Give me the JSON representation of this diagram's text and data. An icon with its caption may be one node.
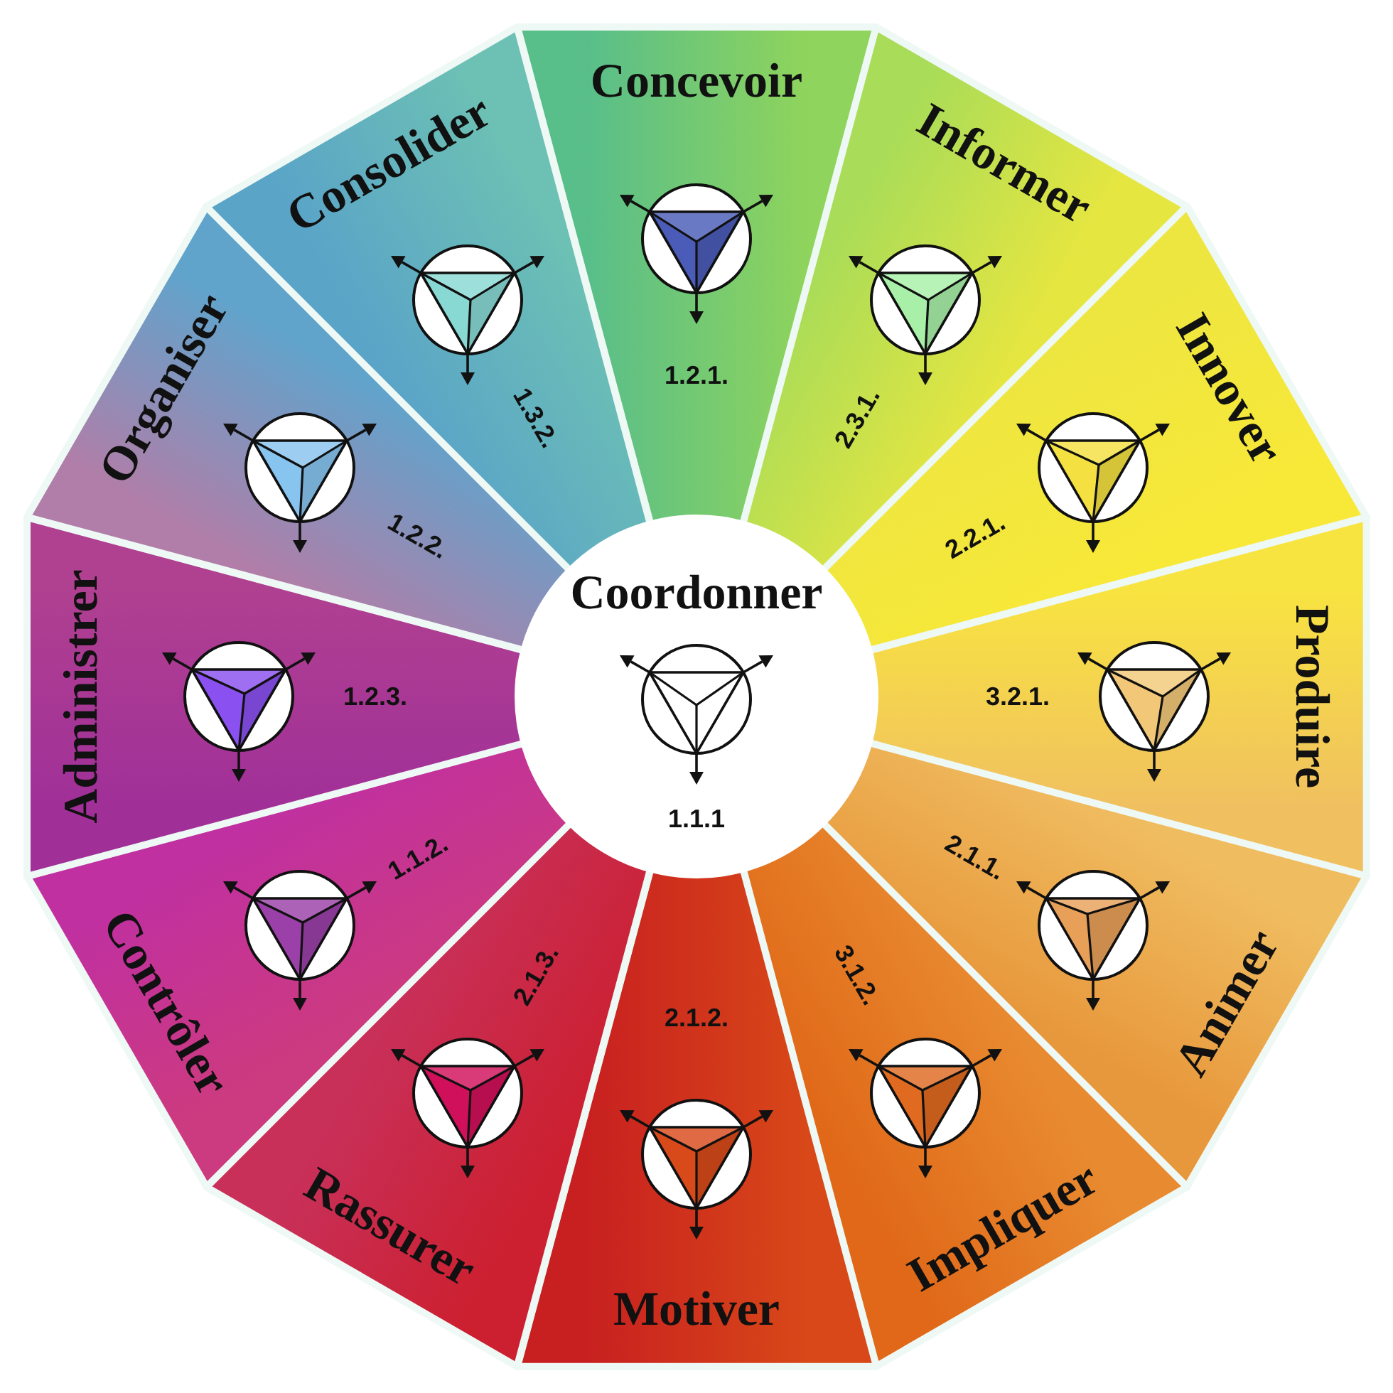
{
  "diagram": {
    "nodes": [
      {
        "text": [
          "Coordonner",
          "1.1.1"
        ]
      },
      {
        "text": [
          "Concevoir",
          "1.2.1."
        ]
      },
      {
        "text": [
          "Informer",
          "2.3.1."
        ]
      },
      {
        "text": [
          "Innover",
          "2.2.1."
        ]
      },
      {
        "text": [
          "Produire",
          "3.2.1."
        ]
      },
      {
        "text": [
          "Animer",
          "2.1.1."
        ]
      },
      {
        "text": [
          "Impliquer",
          "3.1.2."
        ]
      },
      {
        "text": [
          "2.1.2.",
          "Motiver"
        ]
      },
      {
        "text": [
          "Rassurer",
          "2.1.3."
        ]
      },
      {
        "text": [
          "Contrôler",
          "1.1.2."
        ]
      },
      {
        "text": [
          "Administrer",
          "1.2.3."
        ]
      },
      {
        "text": [
          "Organiser",
          "1.2.2."
        ]
      },
      {
        "text": [
          "Consolider",
          "1.3.2."
        ]
      }
    ]
  }
}
